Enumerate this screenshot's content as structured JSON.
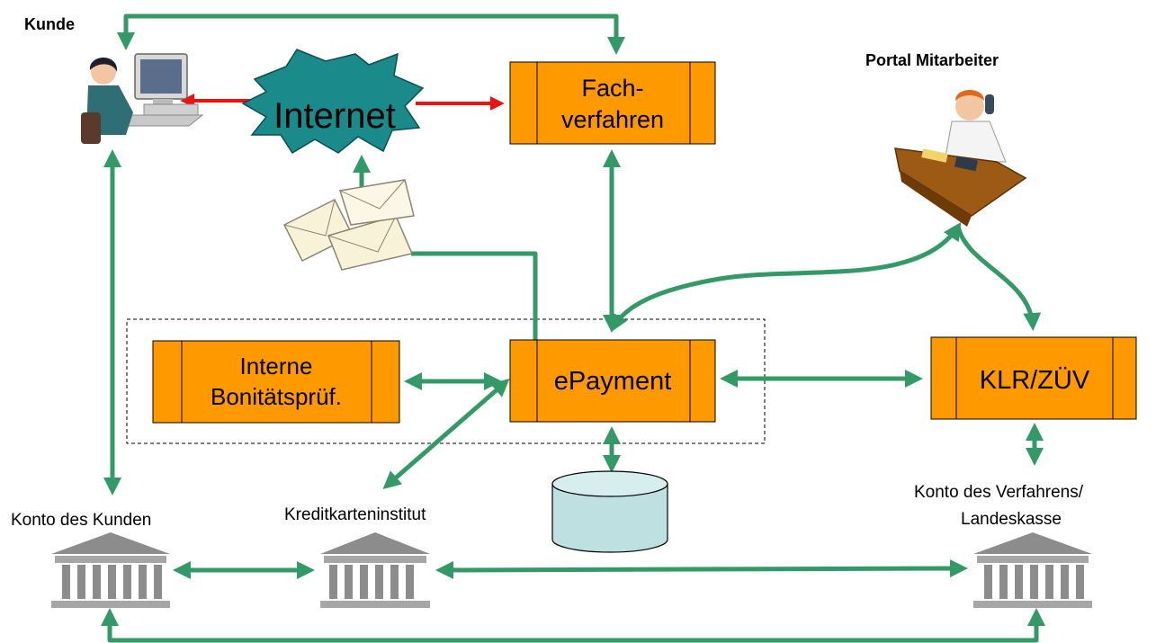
{
  "labels": {
    "kunde": "Kunde",
    "portal_mitarbeiter": "Portal Mitarbeiter",
    "internet": "Internet",
    "konto_kunden": "Konto des Kunden",
    "kreditkarteninstitut": "Kreditkarteninstitut",
    "konto_verfahrens_line1": "Konto des Verfahrens/",
    "konto_verfahrens_line2": "Landeskasse"
  },
  "boxes": {
    "fachverfahren_line1": "Fach-",
    "fachverfahren_line2": "verfahren",
    "epayment": "ePayment",
    "bonitaet_line1": "Interne",
    "bonitaet_line2": "Bonitätsprüf.",
    "klr": "KLR/ZÜV"
  },
  "colors": {
    "box_fill": "#FF9900",
    "arrow_green": "#339966",
    "arrow_red": "#EE1111",
    "internet_fill": "#1A8A8A",
    "database_fill": "#BFE0E0",
    "bank_gray": "#8C8C8C"
  }
}
